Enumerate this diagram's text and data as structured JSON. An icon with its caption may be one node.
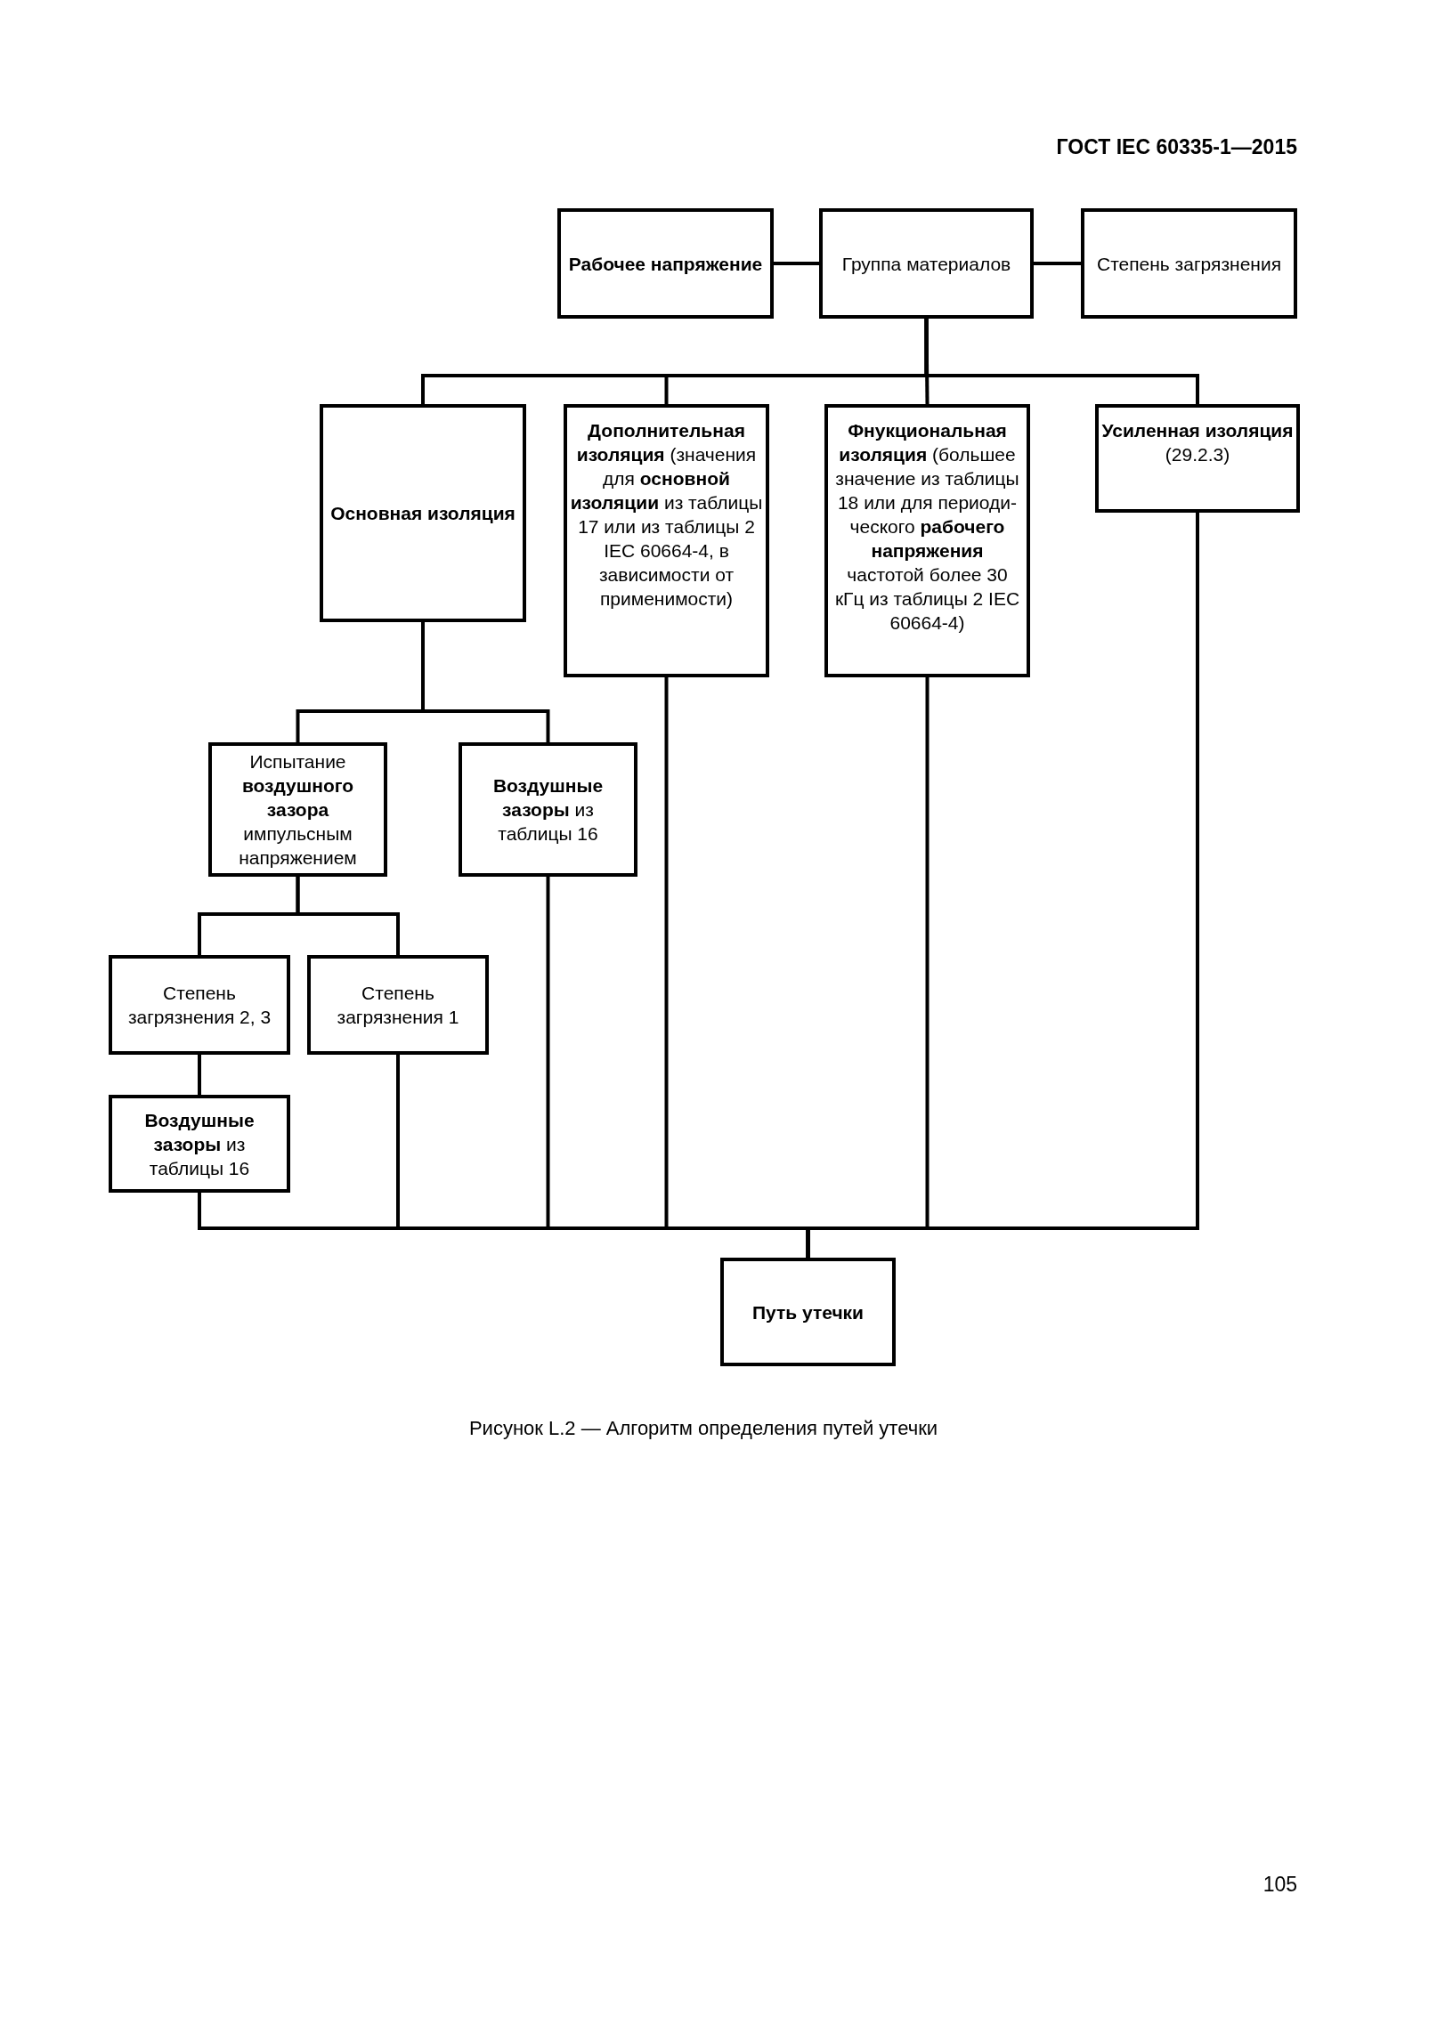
{
  "diagram": {
    "title": "ГОСТ IEC 60335-1—2015",
    "caption": "Рисунок L.2 — Алгоритм определения путей утечки",
    "nodes": [
      {
        "text": [
          "Рабочее напряжение"
        ]
      },
      {
        "text": [
          "Группа материалов"
        ]
      },
      {
        "text": [
          "Степень загрязнения"
        ]
      },
      {
        "text": [
          "Основная изоляция"
        ]
      },
      {
        "text": [
          "**Дополнительная изоляция** (значения для **основной изоляции** из таблицы 17 или из таблицы 2 IEC 60664-4, в зависимости от применимости)"
        ]
      },
      {
        "text": [
          "**Фнукциональная изоляция** (большее значение из таблицы 18 или для периоди- ческого **рабочего напряжения** частотой более 30 кГц из таблицы 2 IEC 60664-4)"
        ]
      },
      {
        "text": [
          "**Усиленная изоляция** (29.2.3)"
        ]
      },
      {
        "text": [
          "Испытание **воздушного зазора** импульсным напряжением"
        ]
      },
      {
        "text": [
          "**Воздушные зазоры** из таблицы 16"
        ]
      },
      {
        "text": [
          "Степень загрязнения 2, 3"
        ]
      },
      {
        "text": [
          "Степень загрязнения 1"
        ]
      },
      {
        "text": [
          "**Воздушные зазоры** из таблицы 16"
        ]
      },
      {
        "text": [
          "Путь утечки"
        ]
      }
    ],
    "edges": [
      {
        "from": 0,
        "to": 1,
        "arrow": "none"
      },
      {
        "from": 1,
        "to": 2,
        "arrow": "none"
      },
      {
        "from": 1,
        "to": 3,
        "arrow": "none"
      },
      {
        "from": 1,
        "to": 4,
        "arrow": "none"
      },
      {
        "from": 1,
        "to": 5,
        "arrow": "none"
      },
      {
        "from": 1,
        "to": 6,
        "arrow": "none"
      },
      {
        "from": 3,
        "to": 7,
        "arrow": "none"
      },
      {
        "from": 3,
        "to": 8,
        "arrow": "none"
      },
      {
        "from": 7,
        "to": 9,
        "arrow": "none"
      },
      {
        "from": 7,
        "to": 10,
        "arrow": "none"
      },
      {
        "from": 9,
        "to": 11,
        "arrow": "none"
      },
      {
        "from": 11,
        "to": 12,
        "arrow": "none"
      },
      {
        "from": 10,
        "to": 12,
        "arrow": "none"
      },
      {
        "from": 8,
        "to": 12,
        "arrow": "none"
      },
      {
        "from": 4,
        "to": 12,
        "arrow": "none"
      },
      {
        "from": 5,
        "to": 12,
        "arrow": "none"
      },
      {
        "from": 6,
        "to": 12,
        "arrow": "none"
      }
    ],
    "labels": [
      "105"
    ]
  }
}
